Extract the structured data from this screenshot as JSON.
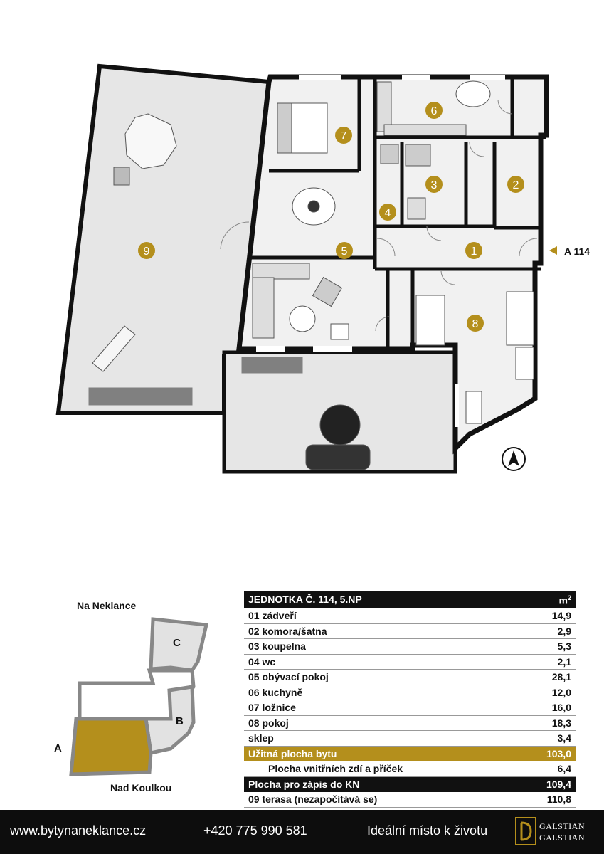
{
  "plan": {
    "rooms": [
      {
        "id": "1",
        "name": "zádveří"
      },
      {
        "id": "2",
        "name": "komora/šatna"
      },
      {
        "id": "3",
        "name": "koupelna"
      },
      {
        "id": "4",
        "name": "wc"
      },
      {
        "id": "5",
        "name": "obývací pokoj"
      },
      {
        "id": "6",
        "name": "kuchyně"
      },
      {
        "id": "7",
        "name": "ložnice"
      },
      {
        "id": "8",
        "name": "pokoj"
      },
      {
        "id": "9",
        "name": "terasa"
      }
    ],
    "entrance_label": "A 114",
    "accent_color": "#b48f1c",
    "north_icon": "north-arrow-icon"
  },
  "site": {
    "street_top": "Na Neklance",
    "street_bottom": "Nad Koulkou",
    "building_a": "A",
    "building_b": "B",
    "building_c": "C"
  },
  "table": {
    "header_label": "JEDNOTKA Č. 114, 5.NP",
    "header_unit": "m",
    "header_unit_sup": "2",
    "rows": [
      {
        "label": "01 zádveří",
        "value": "14,9"
      },
      {
        "label": "02 komora/šatna",
        "value": "2,9"
      },
      {
        "label": "03 koupelna",
        "value": "5,3"
      },
      {
        "label": "04 wc",
        "value": "2,1"
      },
      {
        "label": "05 obývací pokoj",
        "value": "28,1"
      },
      {
        "label": "06 kuchyně",
        "value": "12,0"
      },
      {
        "label": "07 ložnice",
        "value": "16,0"
      },
      {
        "label": "08 pokoj",
        "value": "18,3"
      },
      {
        "label": "sklep",
        "value": "3,4"
      }
    ],
    "usable_label": "Užitná plocha bytu",
    "usable_value": "103,0",
    "walls_label": "Plocha vnitřních zdí a příček",
    "walls_value": "6,4",
    "kn_label": "Plocha pro zápis do KN",
    "kn_value": "109,4",
    "terrace_label": "09 terasa (nezapočítává se)",
    "terrace_value": "110,8"
  },
  "footer": {
    "website": "www.bytynaneklance.cz",
    "phone": "+420 775 990 581",
    "slogan": "Ideální místo k životu",
    "logo_line1": "GALSTIAN",
    "logo_line2": "GALSTIAN"
  }
}
